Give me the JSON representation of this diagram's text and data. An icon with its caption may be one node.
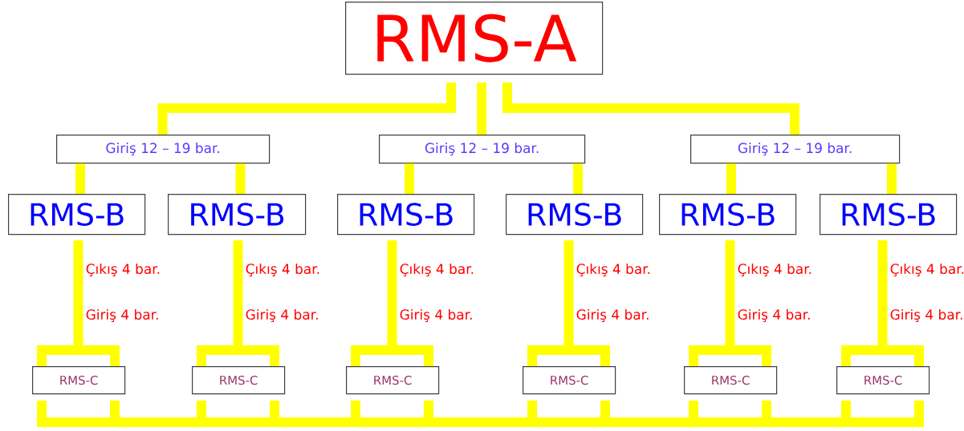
{
  "diagram": {
    "nodes": [
      {
        "text": [
          "RMS-A"
        ]
      },
      {
        "text": [
          "Giriş 12 – 19 bar."
        ]
      },
      {
        "text": [
          "Giriş 12 – 19 bar."
        ]
      },
      {
        "text": [
          "Giriş 12 – 19 bar."
        ]
      },
      {
        "text": [
          "RMS-B"
        ]
      },
      {
        "text": [
          "RMS-B"
        ]
      },
      {
        "text": [
          "RMS-B"
        ]
      },
      {
        "text": [
          "RMS-B"
        ]
      },
      {
        "text": [
          "RMS-B"
        ]
      },
      {
        "text": [
          "RMS-B"
        ]
      },
      {
        "text": [
          "RMS-C"
        ]
      },
      {
        "text": [
          "RMS-C"
        ]
      },
      {
        "text": [
          "RMS-C"
        ]
      },
      {
        "text": [
          "RMS-C"
        ]
      },
      {
        "text": [
          "RMS-C"
        ]
      },
      {
        "text": [
          "RMS-C"
        ]
      }
    ],
    "edges": [
      {
        "from": 0,
        "to": 1,
        "arrow": "none"
      },
      {
        "from": 0,
        "to": 2,
        "arrow": "none"
      },
      {
        "from": 0,
        "to": 3,
        "arrow": "none"
      },
      {
        "from": 1,
        "to": 4,
        "arrow": "none"
      },
      {
        "from": 1,
        "to": 5,
        "arrow": "none"
      },
      {
        "from": 2,
        "to": 6,
        "arrow": "none"
      },
      {
        "from": 2,
        "to": 7,
        "arrow": "none"
      },
      {
        "from": 3,
        "to": 8,
        "arrow": "none"
      },
      {
        "from": 3,
        "to": 9,
        "arrow": "none"
      },
      {
        "from": 4,
        "to": 10,
        "arrow": "none"
      },
      {
        "from": 5,
        "to": 11,
        "arrow": "none"
      },
      {
        "from": 6,
        "to": 12,
        "arrow": "none"
      },
      {
        "from": 7,
        "to": 13,
        "arrow": "none"
      },
      {
        "from": 8,
        "to": 14,
        "arrow": "none"
      },
      {
        "from": 9,
        "to": 15,
        "arrow": "none"
      },
      {
        "from": 10,
        "to": 11,
        "arrow": "none"
      },
      {
        "from": 11,
        "to": 12,
        "arrow": "none"
      },
      {
        "from": 12,
        "to": 13,
        "arrow": "none"
      },
      {
        "from": 13,
        "to": 14,
        "arrow": "none"
      },
      {
        "from": 14,
        "to": 15,
        "arrow": "none"
      }
    ],
    "labels": [
      "Çıkış 4 bar.",
      "Çıkış 4 bar.",
      "Çıkış 4 bar.",
      "Çıkış 4 bar.",
      "Çıkış 4 bar.",
      "Çıkış 4 bar.",
      "Giriş 4 bar.",
      "Giriş 4 bar.",
      "Giriş 4 bar.",
      "Giriş 4 bar.",
      "Giriş 4 bar.",
      "Giriş 4 bar."
    ]
  }
}
